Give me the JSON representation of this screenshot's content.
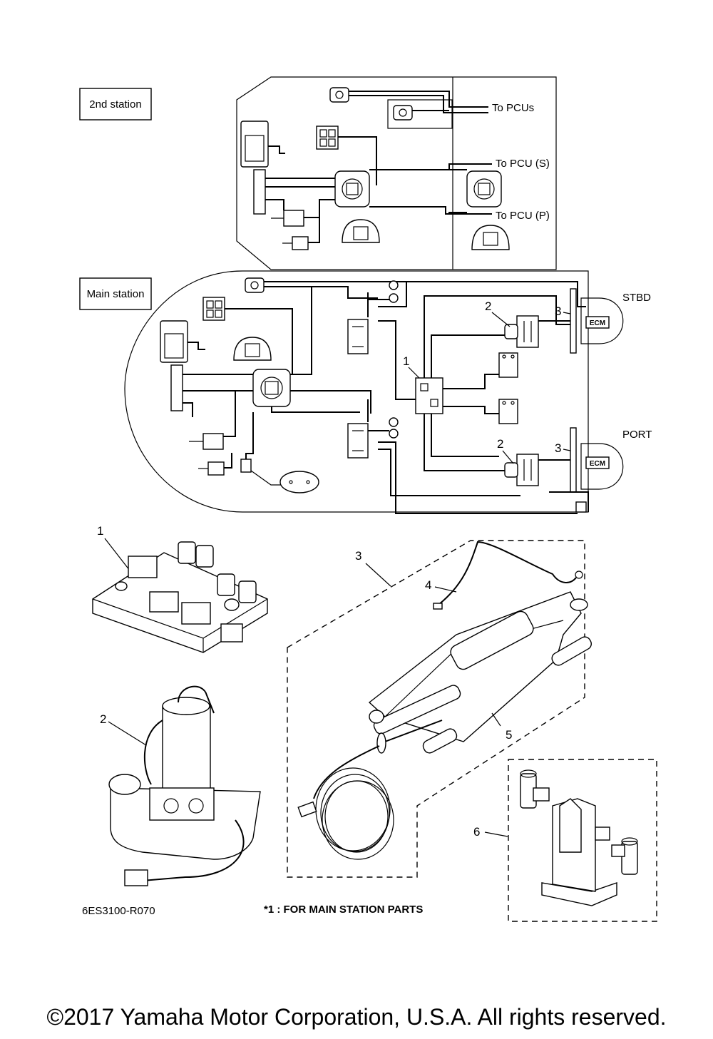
{
  "labels": {
    "second_station": "2nd station",
    "main_station": "Main station",
    "to_pcus": "To PCUs",
    "to_pcu_s": "To PCU (S)",
    "to_pcu_p": "To PCU (P)",
    "stbd": "STBD",
    "port": "PORT",
    "ecm": "ECM"
  },
  "callouts": [
    "1",
    "2",
    "3",
    "4",
    "5",
    "6"
  ],
  "footnote": "*1 : FOR MAIN STATION PARTS",
  "diagram_code": "6ES3100-R070",
  "copyright": "©2017 Yamaha Motor Corporation, U.S.A. All rights reserved."
}
